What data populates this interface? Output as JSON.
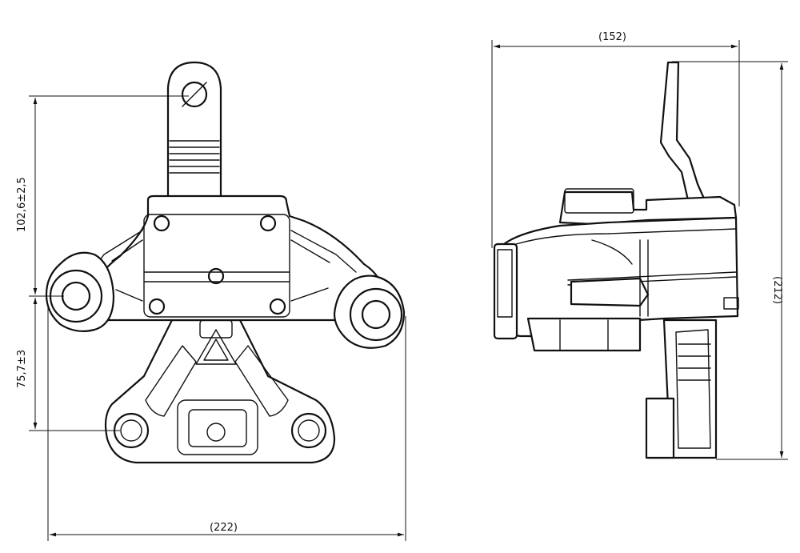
{
  "dimensions": {
    "front_height_upper": "102,6±2,5",
    "front_height_lower": "75,7±3",
    "front_width": "(222)",
    "side_width": "(152)",
    "side_height": "(212)"
  }
}
